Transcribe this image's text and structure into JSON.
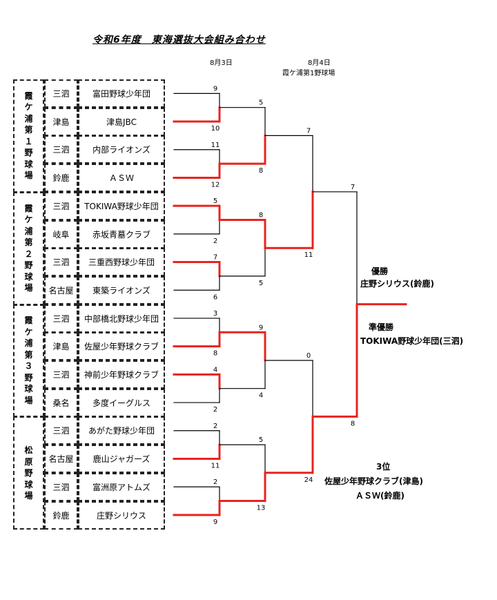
{
  "title": "令和6年度　東海選抜大会組み合わせ",
  "dates": {
    "day1": "8月3日",
    "day2": "8月4日",
    "day2_venue": "霞ケ浦第1野球場"
  },
  "venues": [
    {
      "chars": [
        "霞",
        "ケ",
        "浦",
        "第",
        "１",
        "野",
        "球",
        "場"
      ]
    },
    {
      "chars": [
        "霞",
        "ケ",
        "浦",
        "第",
        "２",
        "野",
        "球",
        "場"
      ]
    },
    {
      "chars": [
        "霞",
        "ケ",
        "浦",
        "第",
        "３",
        "野",
        "球",
        "場"
      ]
    },
    {
      "chars": [
        "松",
        "原",
        "野",
        "球",
        "場"
      ]
    }
  ],
  "teams": [
    {
      "pref": "三泗",
      "name": "富田野球少年団"
    },
    {
      "pref": "津島",
      "name": "津島JBC"
    },
    {
      "pref": "三泗",
      "name": "内部ライオンズ"
    },
    {
      "pref": "鈴鹿",
      "name": "ＡＳＷ"
    },
    {
      "pref": "三泗",
      "name": "TOKIWA野球少年団"
    },
    {
      "pref": "岐阜",
      "name": "赤坂青墓クラブ"
    },
    {
      "pref": "三泗",
      "name": "三重西野球少年団"
    },
    {
      "pref": "名古屋",
      "name": "東築ライオンズ"
    },
    {
      "pref": "三泗",
      "name": "中部橋北野球少年団"
    },
    {
      "pref": "津島",
      "name": "佐屋少年野球クラブ"
    },
    {
      "pref": "三泗",
      "name": "神前少年野球クラブ"
    },
    {
      "pref": "桑名",
      "name": "多度イーグルス"
    },
    {
      "pref": "三泗",
      "name": "あがた野球少年団"
    },
    {
      "pref": "名古屋",
      "name": "鹿山ジャガーズ"
    },
    {
      "pref": "三泗",
      "name": "富洲原アトムズ"
    },
    {
      "pref": "鈴鹿",
      "name": "庄野シリウス"
    }
  ],
  "scores": {
    "r1": [
      [
        "9",
        "10"
      ],
      [
        "11",
        "12"
      ],
      [
        "5",
        "2"
      ],
      [
        "7",
        "6"
      ],
      [
        "3",
        "8"
      ],
      [
        "4",
        "2"
      ],
      [
        "2",
        "11"
      ],
      [
        "2",
        "9"
      ]
    ],
    "r2": [
      [
        "5",
        "8"
      ],
      [
        "8",
        "5"
      ],
      [
        "9",
        "4"
      ],
      [
        "5",
        "13"
      ]
    ],
    "r3": [
      [
        "7",
        "11"
      ],
      [
        "0",
        "24"
      ]
    ],
    "final": [
      "7",
      "8"
    ]
  },
  "results": {
    "champion_label": "優勝",
    "champion": "庄野シリウス(鈴鹿)",
    "runnerup_label": "準優勝",
    "runnerup": "TOKIWA野球少年団(三泗)",
    "third_label": "3位",
    "third_1": "佐屋少年野球クラブ(津島)",
    "third_2": "ＡＳＷ(鈴鹿)"
  },
  "colors": {
    "winner": "#e8231f",
    "loser": "#000000"
  }
}
